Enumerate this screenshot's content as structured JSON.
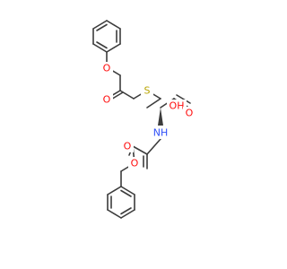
{
  "molecule": {
    "atoms": {
      "o_ester": {
        "label": "O",
        "color": "#ff0d0d"
      },
      "o_thio_carbonyl": {
        "label": "O",
        "color": "#ff0d0d"
      },
      "s_thio": {
        "label": "S",
        "color": "#b8a400"
      },
      "oh_acid": {
        "label": "OH",
        "color": "#ff0d0d"
      },
      "o_acid_carbonyl": {
        "label": "O",
        "color": "#ff0d0d"
      },
      "nh_amine": {
        "label": "NH",
        "color": "#3050f8"
      },
      "o_carbamate_carbonyl": {
        "label": "O",
        "color": "#ff0d0d"
      },
      "o_carbamate_ester": {
        "label": "O",
        "color": "#ff0d0d"
      }
    },
    "bond_color": "#3c3c3c"
  }
}
